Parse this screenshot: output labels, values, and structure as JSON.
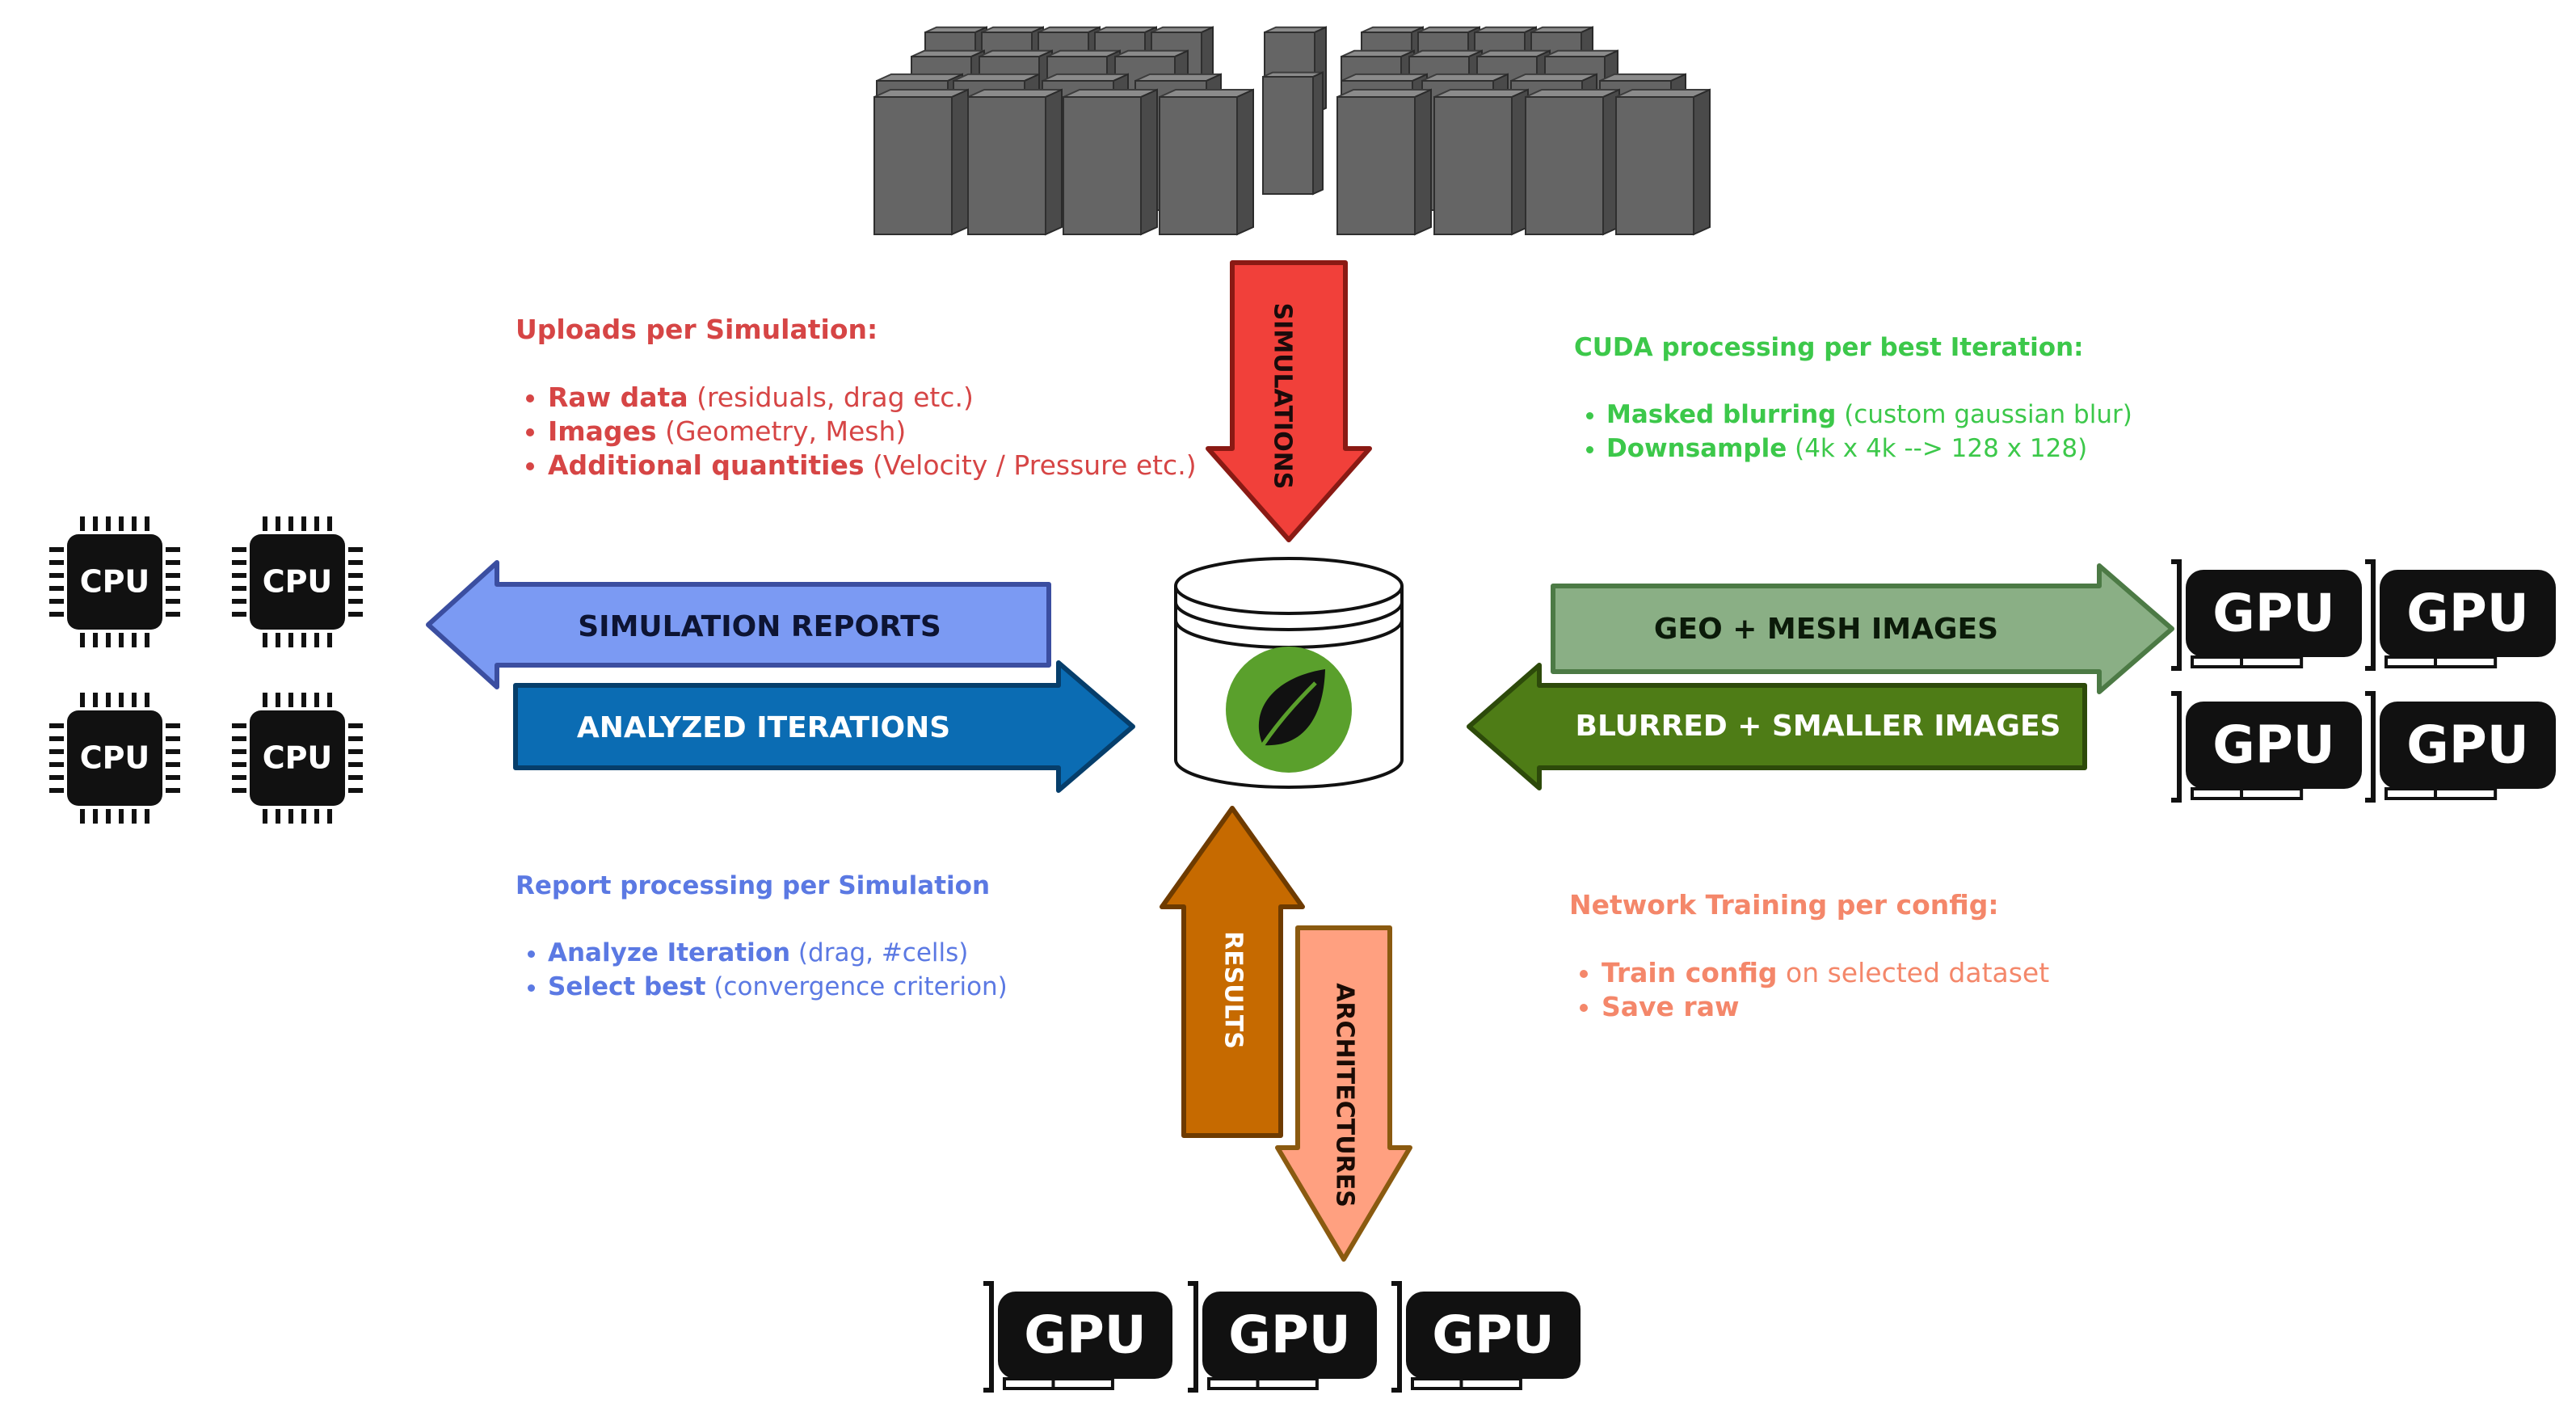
{
  "arrows": {
    "simulations": "SIMULATIONS",
    "simulation_reports": "SIMULATION REPORTS",
    "analyzed_iterations": "ANALYZED ITERATIONS",
    "geo_mesh_images": "GEO + MESH IMAGES",
    "blurred_images": "BLURRED + SMALLER IMAGES",
    "results": "RESULTS",
    "architectures": "ARCHITECTURES"
  },
  "chips": {
    "cpu_label": "CPU",
    "gpu_label": "GPU"
  },
  "panels": {
    "uploads": {
      "title": "Uploads per Simulation:",
      "items": [
        {
          "bold": "Raw data",
          "rest": " (residuals, drag etc.)"
        },
        {
          "bold": "Images",
          "rest": " (Geometry, Mesh)"
        },
        {
          "bold": "Additional quantities",
          "rest": " (Velocity / Pressure etc.)"
        }
      ]
    },
    "cuda": {
      "title": "CUDA processing per best Iteration:",
      "items": [
        {
          "bold": "Masked blurring",
          "rest": " (custom gaussian blur)"
        },
        {
          "bold": "Downsample",
          "rest": " (4k x 4k --> 128 x 128)"
        }
      ]
    },
    "report": {
      "title": "Report processing per Simulation",
      "items": [
        {
          "bold": "Analyze Iteration",
          "rest": " (drag, #cells)"
        },
        {
          "bold": "Select best",
          "rest": " (convergence criterion)"
        }
      ]
    },
    "network": {
      "title": "Network Training per config:",
      "items": [
        {
          "bold": "Train config",
          "rest": " on selected dataset"
        },
        {
          "bold": "Save raw",
          "rest": ""
        }
      ]
    }
  },
  "colors": {
    "uploads": "#d64545",
    "cuda": "#3cc84a",
    "report": "#5b79e3",
    "network": "#f4876a",
    "simulations_arrow": "#f1403a",
    "reports_arrow": "#7b9af3",
    "analyzed_arrow": "#0b6cb3",
    "geo_arrow": "#8aaf85",
    "blurred_arrow": "#4e7c16",
    "results_arrow": "#c66a00",
    "architectures_arrow": "#ffa080",
    "leaf": "#5aa02c"
  },
  "icons": {
    "server_rack": "server-rack-icon",
    "database": "mongodb-database-icon",
    "leaf": "leaf-icon"
  }
}
